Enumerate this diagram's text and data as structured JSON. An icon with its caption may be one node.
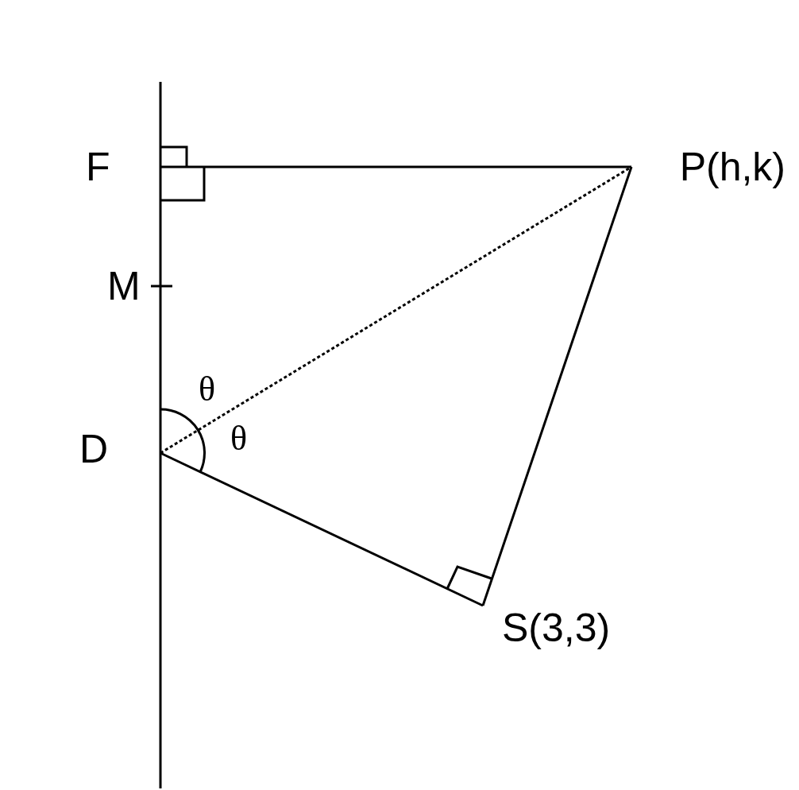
{
  "diagram": {
    "nodes": [
      {
        "text": [
          "F"
        ]
      },
      {
        "text": [
          "P(h,k)"
        ]
      },
      {
        "text": [
          "D"
        ]
      },
      {
        "text": [
          "S(3,3)"
        ]
      }
    ],
    "edges": [
      {
        "from": 0,
        "to": 1,
        "arrow": "none"
      },
      {
        "from": 2,
        "to": 1,
        "arrow": "none",
        "style": "dashed"
      },
      {
        "from": 1,
        "to": 3,
        "arrow": "none"
      },
      {
        "from": 2,
        "to": 3,
        "arrow": "none"
      }
    ],
    "labels": [
      "M",
      "θ",
      "θ"
    ]
  }
}
